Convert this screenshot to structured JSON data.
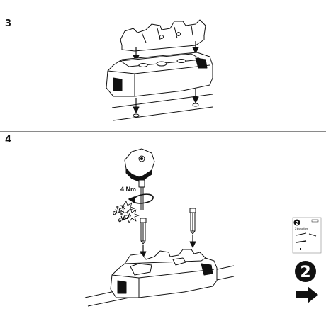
{
  "steps": [
    {
      "number": "3"
    },
    {
      "number": "4"
    }
  ],
  "torque": {
    "label": "4 Nm"
  },
  "click_words": [
    "click",
    "click"
  ],
  "next_reference": {
    "doc_number": "2",
    "doc_title": "2 Instructions",
    "badge_number": "2",
    "arrow_icon": "arrow-right-icon"
  },
  "colors": {
    "ink": "#111111",
    "fill": "#ffffff",
    "arrow": "#111111"
  }
}
